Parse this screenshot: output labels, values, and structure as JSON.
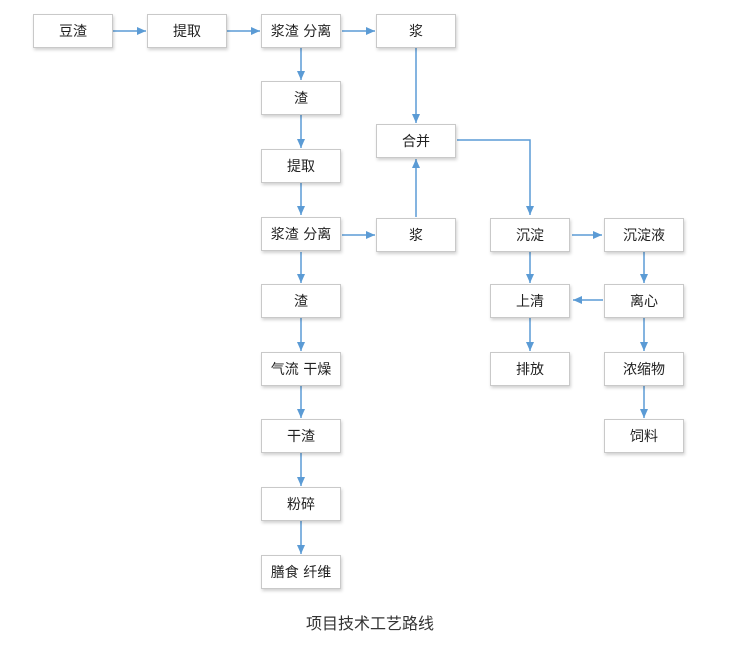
{
  "nodes": {
    "douzha": "豆渣",
    "tiqu1": "提取",
    "fenli1": "浆渣 分离",
    "jiang1": "浆",
    "zha1": "渣",
    "hebing": "合并",
    "tiqu2": "提取",
    "fenli2": "浆渣 分离",
    "jiang2": "浆",
    "chendian": "沉淀",
    "chendianye": "沉淀液",
    "zha2": "渣",
    "shangqing": "上清",
    "lixin": "离心",
    "qiliu": "气流 干燥",
    "paifang": "排放",
    "nongsuowu": "浓缩物",
    "ganzha": "干渣",
    "siliao": "饲料",
    "fensui": "粉碎",
    "shanshi": "膳食 纤维"
  },
  "caption": "项目技术工艺路线",
  "colors": {
    "arrow": "#5b9bd5",
    "border": "#c9c9c9"
  }
}
